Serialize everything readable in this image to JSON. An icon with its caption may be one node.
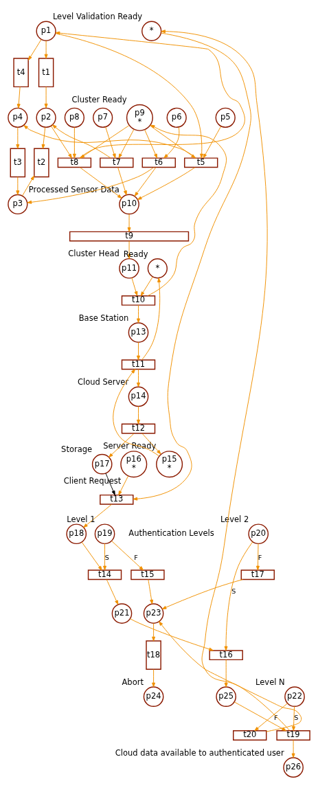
{
  "diagram": {
    "nodes": [
      {
        "text": [
          "p1"
        ]
      },
      {
        "text": [
          "t1"
        ]
      },
      {
        "text": [
          "p2"
        ]
      },
      {
        "text": [
          "t2"
        ]
      },
      {
        "text": [
          "p3"
        ]
      },
      {
        "text": [
          "t4"
        ]
      },
      {
        "text": [
          "p4"
        ]
      },
      {
        "text": [
          "t3"
        ]
      },
      {
        "text": [
          "p9",
          "*"
        ],
        "beside": [
          "Cluster Ready"
        ]
      },
      {
        "text": [
          "p5"
        ]
      },
      {
        "text": [
          "p6"
        ]
      },
      {
        "text": [
          "p7"
        ]
      },
      {
        "text": [
          "p8"
        ]
      },
      {
        "text": [
          "t5"
        ]
      },
      {
        "text": [
          "t6"
        ]
      },
      {
        "text": [
          "t7"
        ]
      },
      {
        "text": [
          "t8"
        ]
      },
      {
        "text": [
          "p10"
        ],
        "beside": [
          "Processed Sensor Data"
        ]
      },
      {
        "text": [
          "t9"
        ]
      },
      {
        "text": [
          "p11"
        ],
        "beside": [
          "Cluster Head"
        ]
      },
      {
        "text": [
          "*"
        ],
        "beside": [
          "Ready"
        ]
      },
      {
        "text": [
          "t10"
        ]
      },
      {
        "text": [
          "p13"
        ],
        "beside": [
          "Base Station"
        ]
      },
      {
        "text": [
          "t11"
        ]
      },
      {
        "text": [
          "p14"
        ],
        "beside": [
          "Cloud Server"
        ]
      },
      {
        "text": [
          "p15",
          "*"
        ],
        "beside": [
          "Server Ready"
        ]
      },
      {
        "text": [
          "t12"
        ]
      },
      {
        "text": [
          "p16",
          "*"
        ],
        "beside": [
          "Client Request"
        ]
      },
      {
        "text": [
          "p17"
        ],
        "beside": [
          "Storage"
        ]
      },
      {
        "text": [
          "t13"
        ]
      },
      {
        "text": [
          "p19"
        ],
        "beside": [
          "Level 1"
        ]
      },
      {
        "text": [
          "p18"
        ]
      },
      {
        "text": [
          "*"
        ],
        "beside": [
          "Level Validation Ready"
        ]
      },
      {
        "text": [
          "p20"
        ],
        "beside": [
          "Level 2"
        ]
      },
      {
        "text": [
          "t14"
        ]
      },
      {
        "text": [
          "t15"
        ]
      },
      {
        "text": [
          "p21"
        ]
      },
      {
        "text": [
          "p22"
        ],
        "beside": [
          "Level N"
        ]
      },
      {
        "text": [
          "t16"
        ]
      },
      {
        "text": [
          "t17"
        ]
      },
      {
        "text": [
          "p23"
        ]
      },
      {
        "text": [
          "t18"
        ]
      },
      {
        "text": [
          "p24"
        ],
        "beside": [
          "Abort"
        ]
      },
      {
        "text": [
          "p25"
        ]
      },
      {
        "text": [
          "t19"
        ]
      },
      {
        "text": [
          "t20"
        ]
      },
      {
        "text": [
          "p26"
        ],
        "beside": [
          "Cloud data available to authenticated user"
        ]
      }
    ],
    "edges": [
      {
        "from": 0,
        "to": 1,
        "arrow": "to"
      },
      {
        "from": 1,
        "to": 2,
        "arrow": "to"
      },
      {
        "from": 2,
        "to": 3,
        "arrow": "to"
      },
      {
        "from": 4,
        "to": 3,
        "arrow": "to"
      },
      {
        "from": 0,
        "to": 5,
        "arrow": "to"
      },
      {
        "from": 5,
        "to": 6,
        "arrow": "to"
      },
      {
        "from": 6,
        "to": 7,
        "arrow": "to"
      },
      {
        "from": 7,
        "to": 4,
        "arrow": "to"
      },
      {
        "from": 0,
        "to": 13,
        "arrow": "to"
      },
      {
        "from": 9,
        "to": 13,
        "arrow": "to"
      },
      {
        "from": 8,
        "to": 13,
        "arrow": "to"
      },
      {
        "from": 13,
        "to": 6,
        "arrow": "to"
      },
      {
        "from": 10,
        "to": 14,
        "arrow": "to"
      },
      {
        "from": 8,
        "to": 14,
        "arrow": "to"
      },
      {
        "from": 14,
        "to": 4,
        "arrow": "to"
      },
      {
        "from": 11,
        "to": 15,
        "arrow": "to"
      },
      {
        "from": 8,
        "to": 15,
        "arrow": "to"
      },
      {
        "from": 15,
        "to": 2,
        "arrow": "to"
      },
      {
        "from": 2,
        "to": 16,
        "arrow": "to"
      },
      {
        "from": 12,
        "to": 16,
        "arrow": "to"
      },
      {
        "from": 8,
        "to": 16,
        "arrow": "to"
      },
      {
        "from": 16,
        "to": 0,
        "arrow": "to"
      },
      {
        "from": 13,
        "to": 17,
        "arrow": "to"
      },
      {
        "from": 14,
        "to": 17,
        "arrow": "to"
      },
      {
        "from": 15,
        "to": 17,
        "arrow": "to"
      },
      {
        "from": 16,
        "to": 17,
        "arrow": "to"
      },
      {
        "from": 17,
        "to": 18,
        "arrow": "to"
      },
      {
        "from": 18,
        "to": 19,
        "arrow": "to"
      },
      {
        "from": 19,
        "to": 21,
        "arrow": "to"
      },
      {
        "from": 20,
        "to": 21,
        "arrow": "to"
      },
      {
        "from": 21,
        "to": 22,
        "arrow": "to"
      },
      {
        "from": 21,
        "to": 8,
        "arrow": "to"
      },
      {
        "from": 22,
        "to": 23,
        "arrow": "to"
      },
      {
        "from": 23,
        "to": 20,
        "arrow": "to"
      },
      {
        "from": 23,
        "to": 24,
        "arrow": "to"
      },
      {
        "from": 25,
        "to": 23,
        "arrow": "to"
      },
      {
        "from": 24,
        "to": 26,
        "arrow": "to"
      },
      {
        "from": 26,
        "to": 25,
        "arrow": "to"
      },
      {
        "from": 26,
        "to": 28,
        "arrow": "to"
      },
      {
        "from": 28,
        "to": 29,
        "arrow": "to",
        "color": "#000000"
      },
      {
        "from": 27,
        "to": 29,
        "arrow": "to"
      },
      {
        "from": 32,
        "to": 29,
        "arrow": "to"
      },
      {
        "from": 29,
        "to": 31,
        "arrow": "to"
      },
      {
        "from": 31,
        "to": 34,
        "arrow": "to"
      },
      {
        "from": 30,
        "to": 34,
        "arrow": "to",
        "label": "S"
      },
      {
        "from": 30,
        "to": 35,
        "arrow": "to",
        "label": "F"
      },
      {
        "from": 34,
        "to": 36,
        "arrow": "to"
      },
      {
        "from": 33,
        "to": 38,
        "arrow": "to",
        "label": "S"
      },
      {
        "from": 33,
        "to": 39,
        "arrow": "to",
        "label": "F"
      },
      {
        "from": 36,
        "to": 38,
        "arrow": "to"
      },
      {
        "from": 35,
        "to": 40,
        "arrow": "to"
      },
      {
        "from": 39,
        "to": 40,
        "arrow": "to"
      },
      {
        "from": 40,
        "to": 41,
        "arrow": "to"
      },
      {
        "from": 41,
        "to": 42,
        "arrow": "to"
      },
      {
        "from": 38,
        "to": 43,
        "arrow": "to"
      },
      {
        "from": 43,
        "to": 44,
        "arrow": "to"
      },
      {
        "from": 37,
        "to": 44,
        "arrow": "to",
        "label": "S"
      },
      {
        "from": 37,
        "to": 45,
        "arrow": "to",
        "label": "F"
      },
      {
        "from": 45,
        "to": 40,
        "arrow": "to"
      },
      {
        "from": 44,
        "to": 46,
        "arrow": "to"
      },
      {
        "from": 44,
        "to": 32,
        "arrow": "to"
      }
    ],
    "labels": [
      "Authentication Levels"
    ]
  }
}
